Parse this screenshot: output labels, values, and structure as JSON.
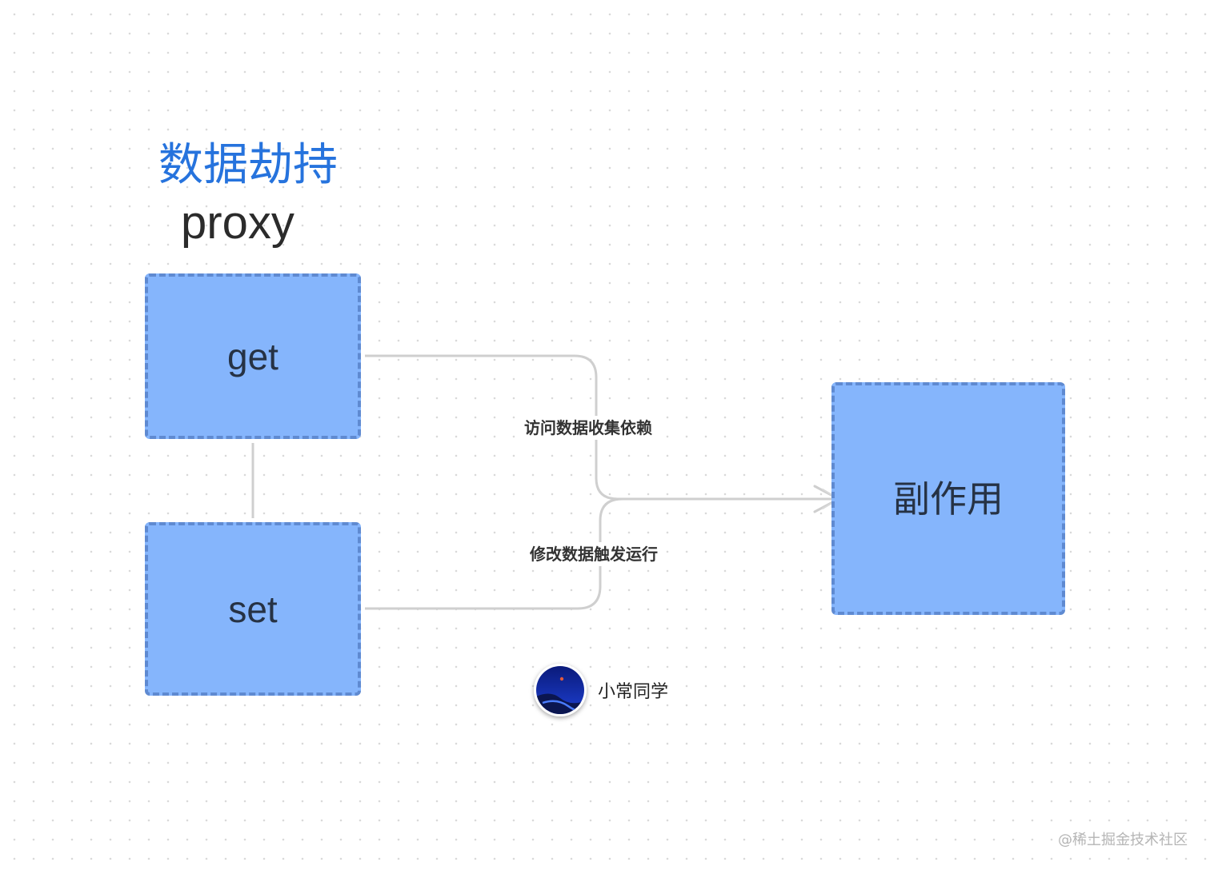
{
  "title": "数据劫持",
  "subtitle": "proxy",
  "nodes": {
    "get": "get",
    "set": "set",
    "effect": "副作用"
  },
  "edges": {
    "get_to_effect": "访问数据收集依赖",
    "set_to_effect": "修改数据触发运行"
  },
  "author": {
    "name": "小常同学"
  },
  "watermark": "@稀土掘金技术社区",
  "colors": {
    "title": "#2673dd",
    "node_fill": "#85b5fc",
    "node_border": "#5f8ad1",
    "connector": "#cfcfcf"
  }
}
